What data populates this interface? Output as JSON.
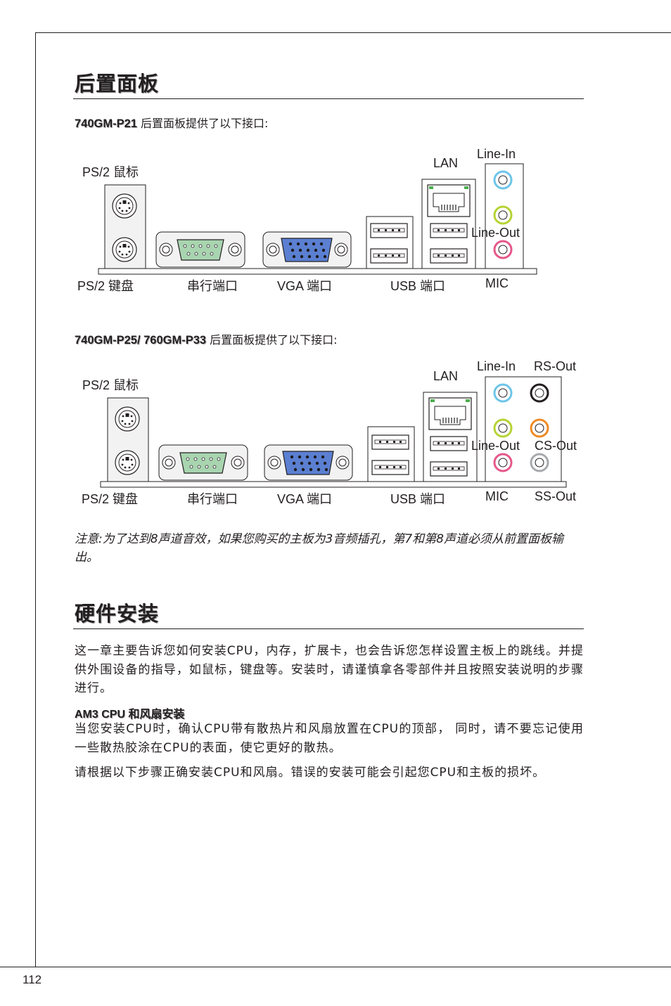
{
  "page_number": "112",
  "section1": {
    "title": "后置面板",
    "intro1_model": "740GM-P21",
    "intro1_text": " 后置面板提供了以下接口:",
    "intro2_model": "740GM-P25/ 760GM-P33",
    "intro2_text": " 后置面板提供了以下接口:"
  },
  "panel1": {
    "ps2_mouse": "PS/2 鼠标",
    "ps2_keyboard": "PS/2 键盘",
    "serial": "串行端口",
    "vga": "VGA 端口",
    "usb": "USB 端口",
    "lan": "LAN",
    "line_in": "Line-In",
    "line_out": "Line-Out",
    "mic": "MIC"
  },
  "panel2": {
    "ps2_mouse": "PS/2 鼠标",
    "ps2_keyboard": "PS/2 键盘",
    "serial": "串行端口",
    "vga": "VGA 端口",
    "usb": "USB 端口",
    "lan": "LAN",
    "line_in": "Line-In",
    "rs_out": "RS-Out",
    "line_out": "Line-Out",
    "cs_out": "CS-Out",
    "mic": "MIC",
    "ss_out": "SS-Out"
  },
  "audio_colors": {
    "line_in": "#6cc5e8",
    "line_out": "#b5d334",
    "mic": "#e5588a",
    "rs_out": "#231f20",
    "cs_out": "#f08a24",
    "ss_out": "#a7a9ac"
  },
  "note": "注意:为了达到8声道音效，如果您购买的主板为3音频插孔，第7和第8声道必须从前置面板输出。",
  "section2": {
    "title": "硬件安装",
    "paragraph": "这一章主要告诉您如何安装CPU，内存，扩展卡，也会告诉您怎样设置主板上的跳线。并提供外围设备的指导，如鼠标，键盘等。安装时，请谨慎拿各零部件并且按照安装说明的步骤进行。",
    "subheading": "AM3 CPU 和风扇安装",
    "paragraph2": "当您安装CPU时，确认CPU带有散热片和风扇放置在CPU的顶部，  同时，请不要忘记使用一些散热胶涂在CPU的表面，使它更好的散热。",
    "paragraph3": "请根据以下步骤正确安装CPU和风扇。错误的安装可能会引起您CPU和主板的损坏。"
  }
}
